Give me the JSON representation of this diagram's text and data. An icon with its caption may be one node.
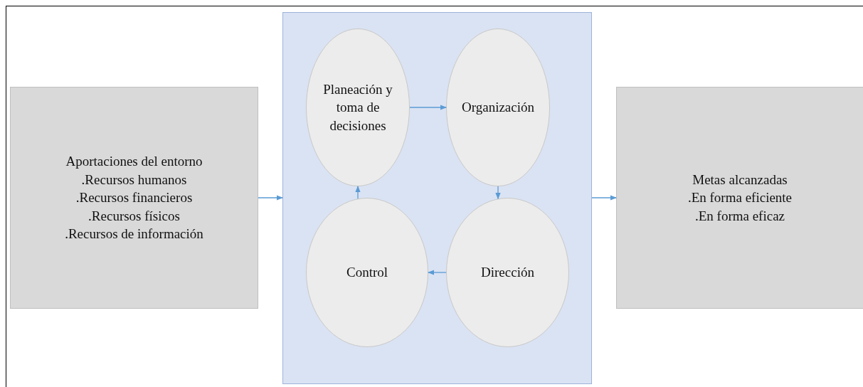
{
  "diagram": {
    "nodes": [
      {
        "text": [
          "Aportaciones del entorno",
          ".Recursos humanos",
          ".Recursos financieros",
          ".Recursos físicos",
          ".Recursos de información"
        ]
      },
      {
        "text": [],
        "shape": "box"
      },
      {
        "text": [
          "Planeación y toma de decisiones"
        ],
        "in": 1
      },
      {
        "text": [
          "Organización"
        ],
        "in": 1
      },
      {
        "text": [
          "Control"
        ],
        "in": 1
      },
      {
        "text": [
          "Dirección"
        ],
        "in": 1
      },
      {
        "text": [
          "Metas alcanzadas",
          ".En forma eficiente",
          ".En forma eficaz"
        ]
      }
    ],
    "edges": [
      {
        "from": 0,
        "to": 1,
        "arrow": "to"
      },
      {
        "from": 2,
        "to": 3,
        "arrow": "to"
      },
      {
        "from": 3,
        "to": 5,
        "arrow": "to"
      },
      {
        "from": 5,
        "to": 4,
        "arrow": "to"
      },
      {
        "from": 4,
        "to": 2,
        "arrow": "to"
      },
      {
        "from": 1,
        "to": 6,
        "arrow": "to"
      }
    ]
  }
}
